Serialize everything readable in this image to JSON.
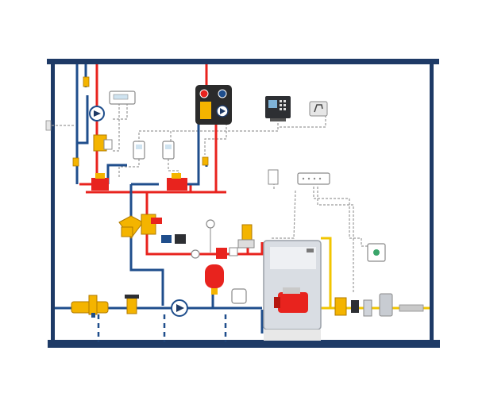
{
  "diagram": {
    "colors": {
      "frame": "#1e3a66",
      "hot": "#e8231e",
      "cold": "#1f4e8c",
      "gas": "#f2c500",
      "control": "#8a8a8a",
      "component_yellow": "#f4b400",
      "component_red": "#e8231e",
      "boiler_body": "#d9dde3",
      "boiler_burner": "#e8231e"
    },
    "components": [
      "house-frame",
      "hot-water-supply-pipes",
      "cold-water-return-pipes",
      "gas-supply-line",
      "control-wiring",
      "circulation-pump-left",
      "room-thermostat-left",
      "zone-valve-left",
      "zone-thermostat-1",
      "zone-thermostat-2",
      "pump-group-module",
      "boiler-controller",
      "remote-gsm-module",
      "flow-meter-left",
      "flow-meter-right",
      "outdoor-sensor",
      "control-junction-box",
      "mixing-valve",
      "three-way-valve",
      "expansion-vessel",
      "main-circulation-pump",
      "pressure-reducer",
      "water-filter",
      "water-heater-tank",
      "safety-valve",
      "pressure-gauge",
      "boiler",
      "boiler-burner",
      "gas-valve",
      "gas-filter",
      "gas-meter",
      "gas-leak-detector",
      "flexible-gas-hose"
    ]
  }
}
